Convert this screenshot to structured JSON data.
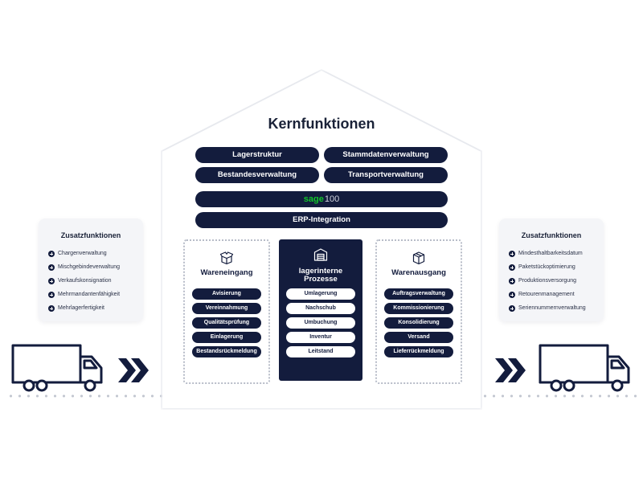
{
  "colors": {
    "navy": "#131c3d",
    "sage_green": "#11c62a",
    "card_bg": "#f4f5f8",
    "dots": "#c3c7d1"
  },
  "title": "Kernfunktionen",
  "core_pills": {
    "lagerstruktur": "Lagerstruktur",
    "stammdaten": "Stammdatenverwaltung",
    "bestand": "Bestandesverwaltung",
    "transport": "Transportverwaltung",
    "sage_logo": "sage",
    "sage_version": "100",
    "erp": "ERP-Integration"
  },
  "wareneingang": {
    "title": "Wareneingang",
    "icon": "open-box-icon",
    "items": [
      "Avisierung",
      "Vereinnahmung",
      "Qualitätsprüfung",
      "Einlagerung",
      "Bestandsrückmeldung"
    ]
  },
  "lagerintern": {
    "title_line1": "lagerinterne",
    "title_line2": "Prozesse",
    "icon": "warehouse-icon",
    "items": [
      "Umlagerung",
      "Nachschub",
      "Umbuchung",
      "Inventur",
      "Leitstand"
    ]
  },
  "warenausgang": {
    "title": "Warenausgang",
    "icon": "closed-box-icon",
    "items": [
      "Auftragsverwaltung",
      "Kommissionierung",
      "Konsolidierung",
      "Versand",
      "Lieferrückmeldung"
    ]
  },
  "zusatz_left": {
    "title": "Zusatzfunktionen",
    "items": [
      "Chargenverwaltung",
      "Mischgebindeverwaltung",
      "Verkaufskonsignation",
      "Mehrmandantenfähigkeit",
      "Mehrlagerfertigkeit"
    ]
  },
  "zusatz_right": {
    "title": "Zusatzfunktionen",
    "items": [
      "Mindesthaltbarkeitsdatum",
      "Paketstückoptimierung",
      "Produktionsversorgung",
      "Retourenmanagement",
      "Seriennummernverwaltung"
    ]
  },
  "icons": {
    "truck_left": "truck-icon",
    "truck_right": "truck-icon",
    "arrow_left": "double-chevron-right-icon",
    "arrow_right": "double-chevron-right-icon"
  }
}
